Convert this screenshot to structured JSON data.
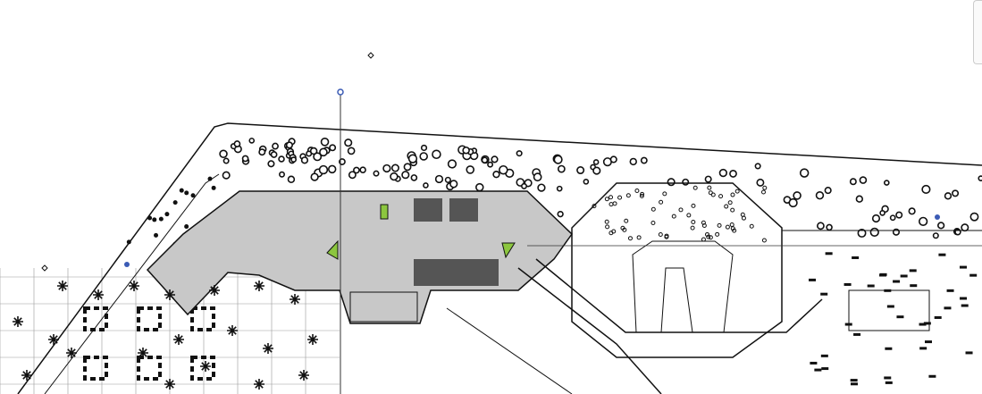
{
  "colors": {
    "background": "#ffffff",
    "line": "#111111",
    "building_fill": "#c8c8c8",
    "accent_green": "#8cc63f",
    "marker": "#3b5bb5"
  },
  "drawing": {
    "type": "architectural-site-plan",
    "tree_symbols": "circle-tree",
    "palm_symbols": "star-palm"
  }
}
